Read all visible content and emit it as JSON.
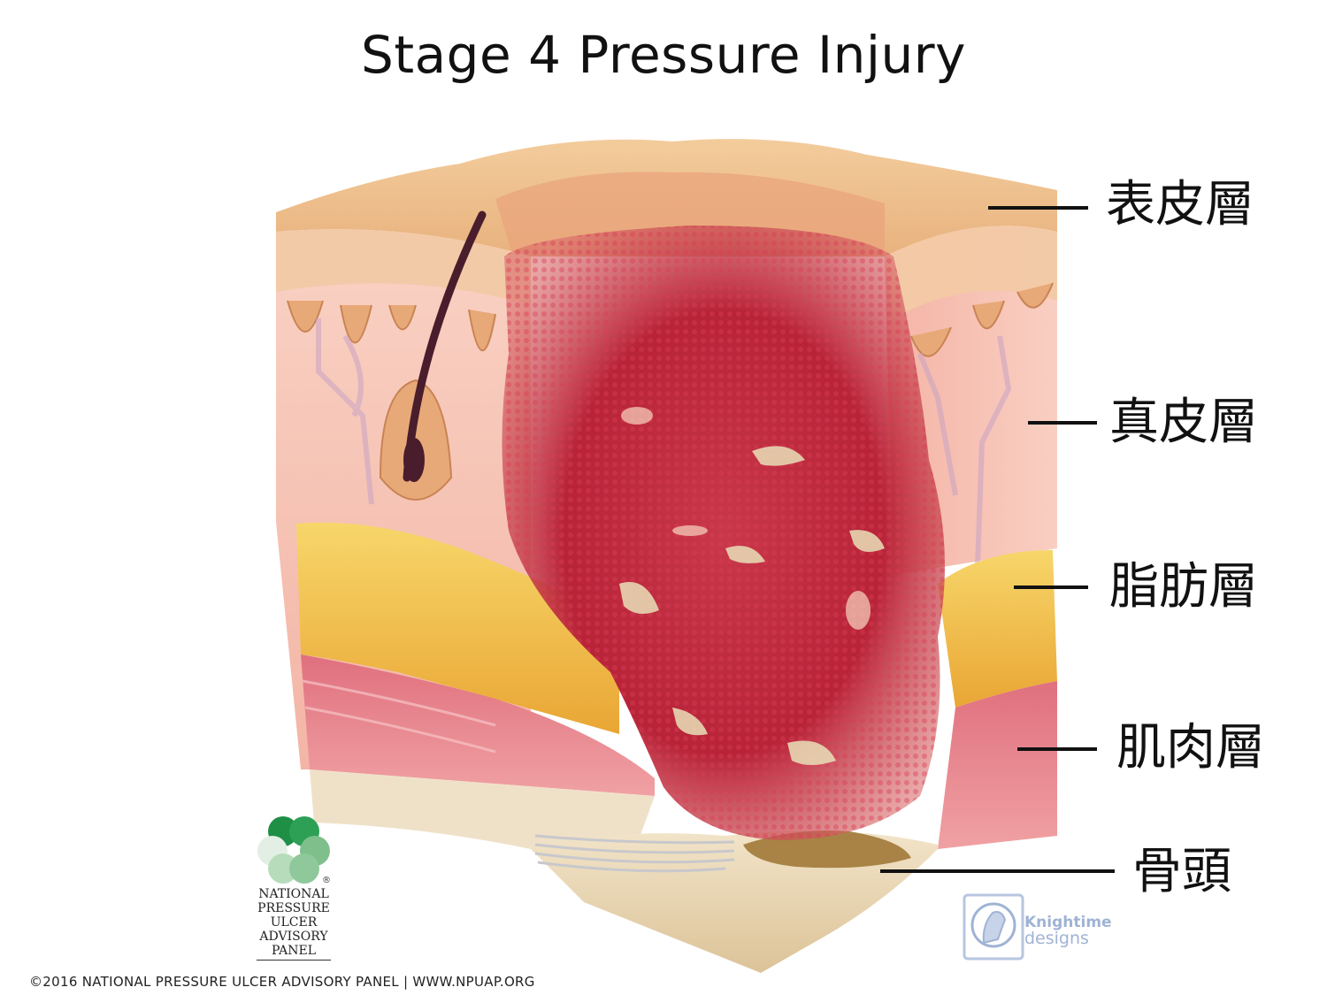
{
  "title": "Stage 4 Pressure Injury",
  "layers": [
    {
      "label": "表皮層"
    },
    {
      "label": "真皮層"
    },
    {
      "label": "脂肪層"
    },
    {
      "label": "肌肉層"
    },
    {
      "label": "骨頭"
    }
  ],
  "logo_npuap": {
    "lines": [
      "NATIONAL",
      "PRESSURE",
      "ULCER",
      "ADVISORY",
      "PANEL"
    ],
    "registered": "®"
  },
  "logo_knightime": {
    "line1": "Knightime",
    "line2": "designs"
  },
  "footer": "©2016 NATIONAL PRESSURE ULCER ADVISORY PANEL  |  WWW.NPUAP.ORG",
  "colors": {
    "epidermis": "#f3c9a0",
    "dermis": "#f6c3b6",
    "fat": "#f1c34a",
    "muscle": "#e98a8c",
    "bone": "#ecd9b8",
    "wound": "#b8263b",
    "logo_green": "#2d9a4e"
  }
}
